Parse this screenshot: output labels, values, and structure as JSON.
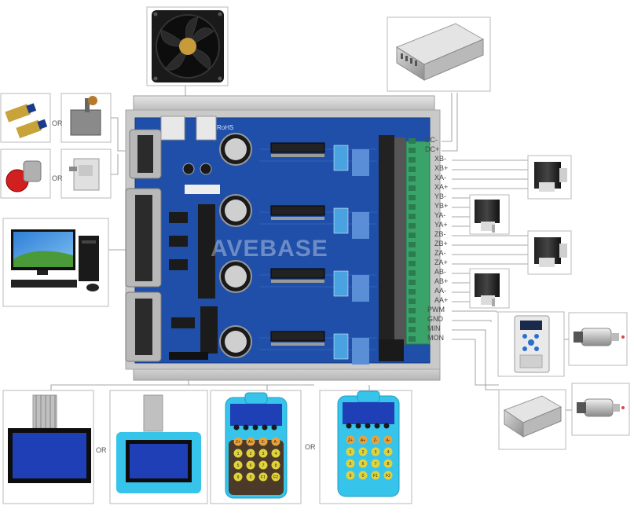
{
  "terminal_labels": [
    "DC-",
    "DC+",
    "XB-",
    "XB+",
    "XA-",
    "XA+",
    "YB-",
    "YB+",
    "YA-",
    "YA+",
    "ZB-",
    "ZB+",
    "ZA-",
    "ZA+",
    "AB-",
    "AB+",
    "AA-",
    "AA+",
    "PWM",
    "GND",
    "MIN",
    "MON"
  ],
  "or_labels": [
    "OR",
    "OR",
    "OR",
    "OR"
  ],
  "watermark": "AVEBASE",
  "board_marking": "RoHS",
  "keypad_keys": [
    "Z+",
    "A+",
    "Z-",
    "A-",
    "1",
    "2",
    "3",
    "4",
    "5",
    "6",
    "7",
    "8",
    "9",
    "0",
    "F1",
    "F2"
  ],
  "colors": {
    "board": "#1f4fa8",
    "board_dark": "#173c86",
    "terminal_green": "#3aa36a",
    "lcd_blue": "#1f3fb7",
    "pendant_cyan": "#37c4ea",
    "pendant_orange": "#e8a23c",
    "pendant_yellow": "#e0d23a"
  }
}
